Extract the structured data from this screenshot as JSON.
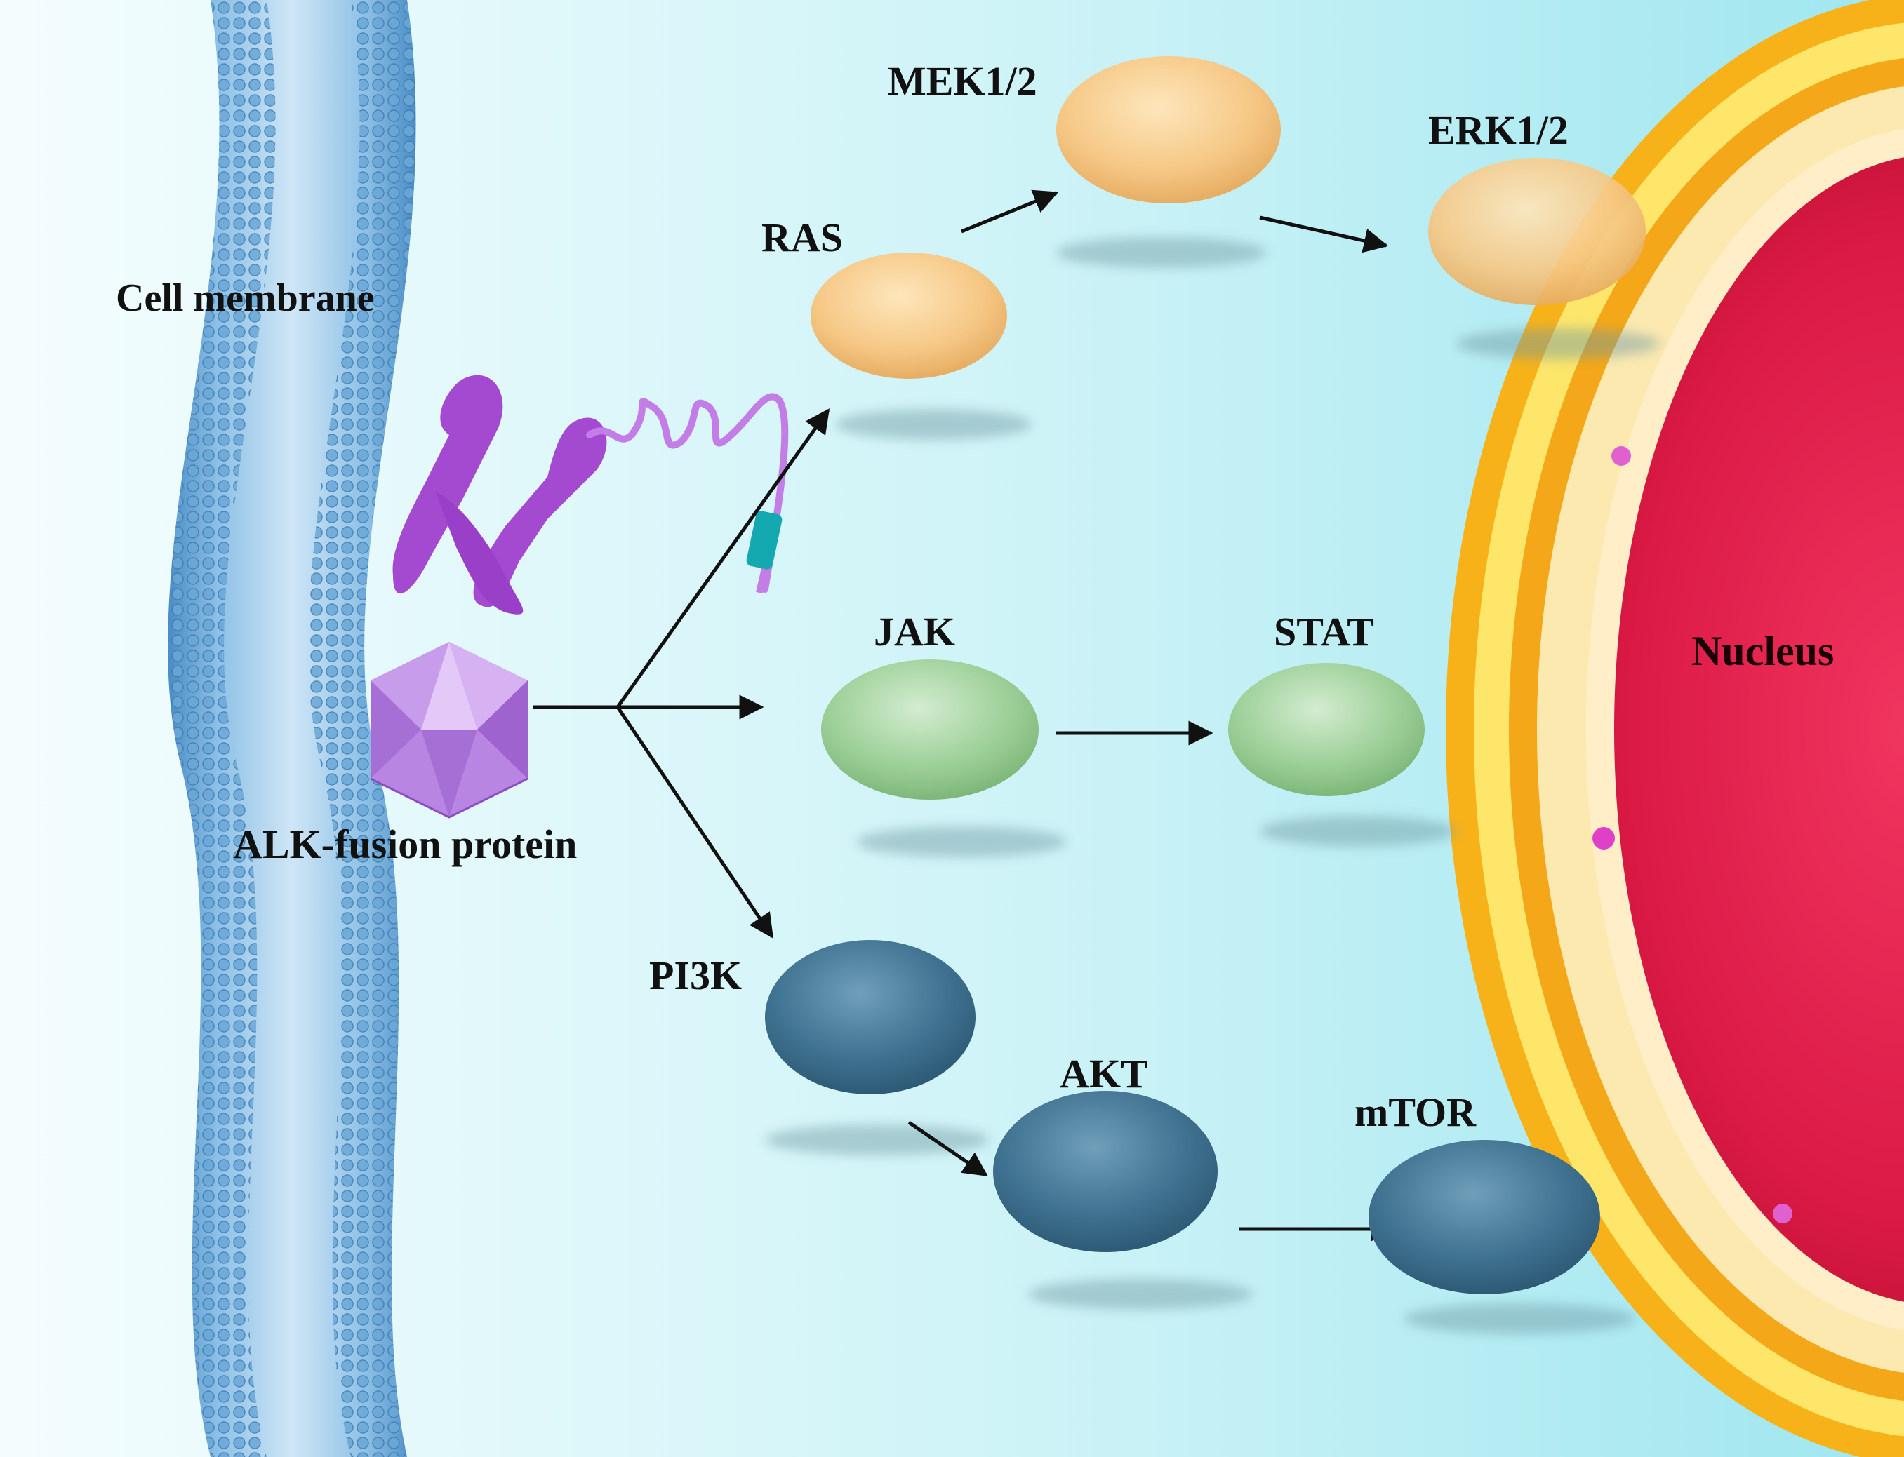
{
  "labels": {
    "membrane": "Cell membrane",
    "alk": "ALK-fusion protein",
    "ras": "RAS",
    "mek": "MEK1/2",
    "erk": "ERK1/2",
    "jak": "JAK",
    "stat": "STAT",
    "pi3k": "PI3K",
    "akt": "AKT",
    "mtor": "mTOR",
    "nucleus": "Nucleus"
  },
  "colors": {
    "background_left": "#f4fdfe",
    "background_right": "#9fe6ef",
    "membrane": "#5f9fd0",
    "orange_protein": "#f4c27c",
    "green_protein": "#98c993",
    "blue_protein": "#3e708c",
    "alk_protein": "#b77fe0",
    "chromosome": "#a34ad0",
    "nucleus": "#e0204a",
    "nuclear_envelope": "#f7c21a"
  }
}
